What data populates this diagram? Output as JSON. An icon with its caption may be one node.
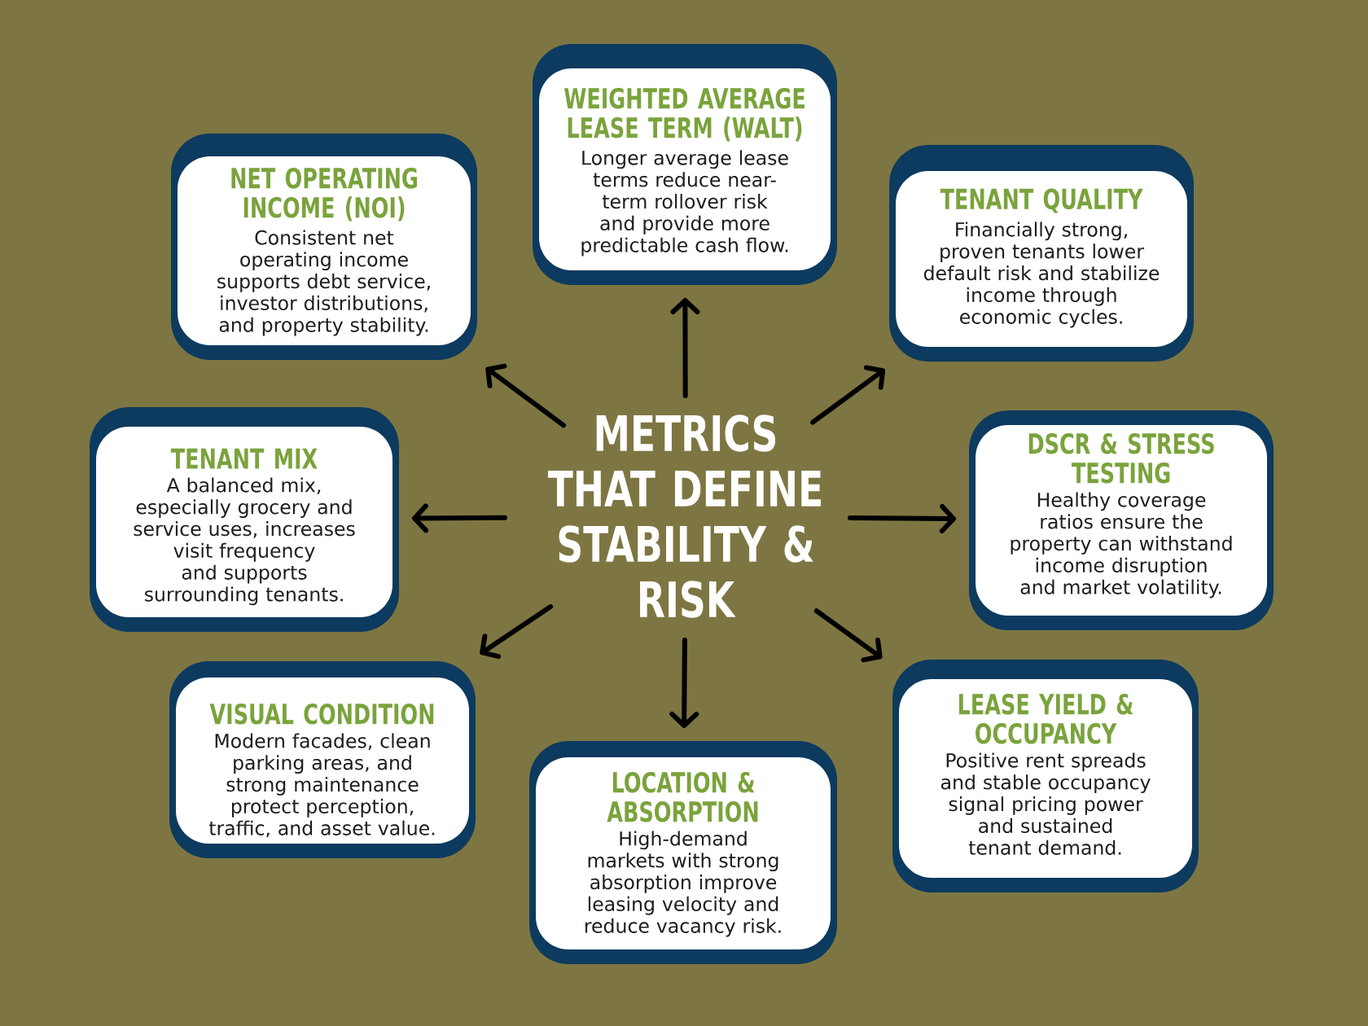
{
  "diagram": {
    "nodes": [
      {
        "text": [
          "METRICS THAT DEFINE STABILITY & RISK"
        ]
      },
      {
        "text": [
          "WEIGHTED AVERAGE LEASE TERM (WALT)",
          "Longer average lease terms reduce near-term rollover risk and provide more predictable cash flow."
        ]
      },
      {
        "text": [
          "NET OPERATING INCOME (NOI)",
          "Consistent net operating income supports debt service, investor distributions, and property stability."
        ]
      },
      {
        "text": [
          "TENANT QUALITY",
          "Financially strong, proven tenants lower default risk and stabilize income through economic cycles."
        ]
      },
      {
        "text": [
          "TENANT MIX",
          "A balanced mix, especially grocery and service uses, increases visit frequency and supports surrounding tenants."
        ]
      },
      {
        "text": [
          "DSCR & STRESS TESTING",
          "Healthy coverage ratios ensure the property can withstand income disruption and market volatility."
        ]
      },
      {
        "text": [
          "VISUAL CONDITION",
          "Modern facades, clean parking areas, and strong maintenance protect perception, traffic, and asset value."
        ]
      },
      {
        "text": [
          "LEASE YIELD & OCCUPANCY",
          "Positive rent spreads and stable occupancy signal pricing power and sustained tenant demand."
        ]
      },
      {
        "text": [
          "LOCATION & ABSORPTION",
          "High-demand markets with strong absorption improve leasing velocity and reduce vacancy risk."
        ]
      }
    ],
    "edges": [
      {
        "from": 0,
        "to": 1,
        "arrow": "to"
      },
      {
        "from": 0,
        "to": 2,
        "arrow": "to"
      },
      {
        "from": 0,
        "to": 3,
        "arrow": "to"
      },
      {
        "from": 0,
        "to": 4,
        "arrow": "to"
      },
      {
        "from": 0,
        "to": 5,
        "arrow": "to"
      },
      {
        "from": 0,
        "to": 6,
        "arrow": "to"
      },
      {
        "from": 0,
        "to": 7,
        "arrow": "to"
      },
      {
        "from": 0,
        "to": 8,
        "arrow": "to"
      }
    ]
  }
}
